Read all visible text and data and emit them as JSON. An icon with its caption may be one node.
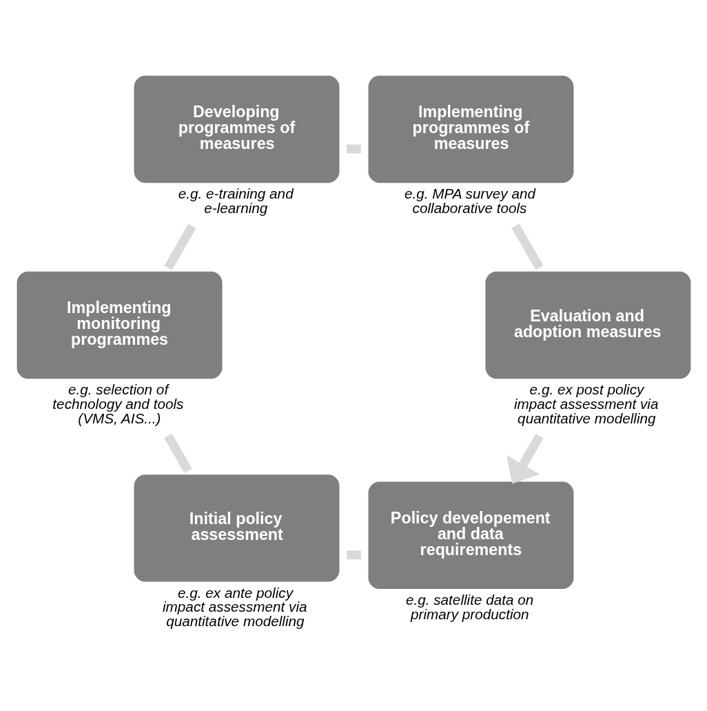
{
  "diagram": {
    "nodes": [
      {
        "text": [
          "Policy developement and data requirements"
        ],
        "beside": [
          "e.g. satellite data on primary production"
        ]
      },
      {
        "text": [
          "Evaluation and adoption measures"
        ],
        "beside": [
          "e.g. ex post policy impact assessment via quantitative modelling"
        ]
      },
      {
        "text": [
          "Initial policy assessment"
        ],
        "beside": [
          "e.g. ex ante policy impact assessment via quantitative modelling"
        ]
      },
      {
        "text": [
          "Implementing programmes of measures"
        ],
        "beside": [
          "e.g. MPA survey and collaborative tools"
        ]
      },
      {
        "text": [
          "Implementing monitoring programmes"
        ],
        "beside": [
          "e.g. selection of technology and tools (VMS, AIS...)"
        ]
      },
      {
        "text": [
          "Developing programmes of measures"
        ],
        "beside": [
          "e.g. e-training and e-learning"
        ]
      }
    ],
    "edges": [
      {
        "from": 0,
        "to": 2,
        "arrow": "none"
      },
      {
        "from": 2,
        "to": 4,
        "arrow": "none"
      },
      {
        "from": 4,
        "to": 5,
        "arrow": "none"
      },
      {
        "from": 5,
        "to": 3,
        "arrow": "none"
      },
      {
        "from": 3,
        "to": 1,
        "arrow": "none"
      },
      {
        "from": 1,
        "to": 0,
        "arrow": "to"
      }
    ]
  }
}
